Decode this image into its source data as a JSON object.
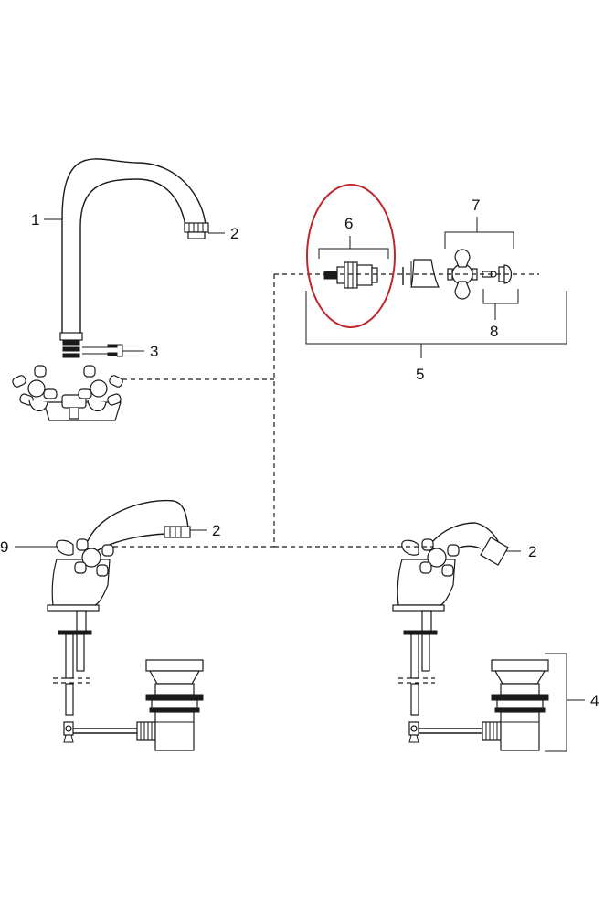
{
  "callouts": {
    "spout": "1",
    "aerator_top": "2",
    "aerator_basin": "2",
    "aerator_bidet": "2",
    "supply": "3",
    "waste": "4",
    "handle_assembly": "5",
    "cartridge": "6",
    "handle": "7",
    "cap": "8",
    "lever": "9"
  },
  "colors": {
    "line": "#1a1a1a",
    "highlight": "#c0272d",
    "background": "#ffffff"
  }
}
